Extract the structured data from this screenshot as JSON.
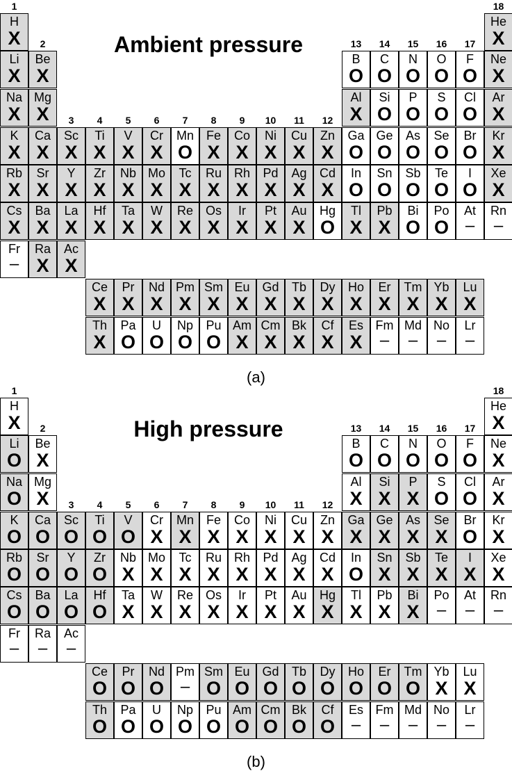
{
  "panels": [
    {
      "id": "a",
      "title": "Ambient pressure",
      "caption": "(a)",
      "shaded_mark": "X",
      "main": [
        [
          [
            "H",
            "X"
          ],
          null,
          null,
          null,
          null,
          null,
          null,
          null,
          null,
          null,
          null,
          null,
          null,
          null,
          null,
          null,
          null,
          [
            "He",
            "X"
          ]
        ],
        [
          [
            "Li",
            "X"
          ],
          [
            "Be",
            "X"
          ],
          null,
          null,
          null,
          null,
          null,
          null,
          null,
          null,
          null,
          null,
          [
            "B",
            "O"
          ],
          [
            "C",
            "O"
          ],
          [
            "N",
            "O"
          ],
          [
            "O",
            "O"
          ],
          [
            "F",
            "O"
          ],
          [
            "Ne",
            "X"
          ]
        ],
        [
          [
            "Na",
            "X"
          ],
          [
            "Mg",
            "X"
          ],
          null,
          null,
          null,
          null,
          null,
          null,
          null,
          null,
          null,
          null,
          [
            "Al",
            "X"
          ],
          [
            "Si",
            "O"
          ],
          [
            "P",
            "O"
          ],
          [
            "S",
            "O"
          ],
          [
            "Cl",
            "O"
          ],
          [
            "Ar",
            "X"
          ]
        ],
        [
          [
            "K",
            "X"
          ],
          [
            "Ca",
            "X"
          ],
          [
            "Sc",
            "X"
          ],
          [
            "Ti",
            "X"
          ],
          [
            "V",
            "X"
          ],
          [
            "Cr",
            "X"
          ],
          [
            "Mn",
            "O"
          ],
          [
            "Fe",
            "X"
          ],
          [
            "Co",
            "X"
          ],
          [
            "Ni",
            "X"
          ],
          [
            "Cu",
            "X"
          ],
          [
            "Zn",
            "X"
          ],
          [
            "Ga",
            "O"
          ],
          [
            "Ge",
            "O"
          ],
          [
            "As",
            "O"
          ],
          [
            "Se",
            "O"
          ],
          [
            "Br",
            "O"
          ],
          [
            "Kr",
            "X"
          ]
        ],
        [
          [
            "Rb",
            "X"
          ],
          [
            "Sr",
            "X"
          ],
          [
            "Y",
            "X"
          ],
          [
            "Zr",
            "X"
          ],
          [
            "Nb",
            "X"
          ],
          [
            "Mo",
            "X"
          ],
          [
            "Tc",
            "X"
          ],
          [
            "Ru",
            "X"
          ],
          [
            "Rh",
            "X"
          ],
          [
            "Pd",
            "X"
          ],
          [
            "Ag",
            "X"
          ],
          [
            "Cd",
            "X"
          ],
          [
            "In",
            "O"
          ],
          [
            "Sn",
            "O"
          ],
          [
            "Sb",
            "O"
          ],
          [
            "Te",
            "O"
          ],
          [
            "I",
            "O"
          ],
          [
            "Xe",
            "X"
          ]
        ],
        [
          [
            "Cs",
            "X"
          ],
          [
            "Ba",
            "X"
          ],
          [
            "La",
            "X"
          ],
          [
            "Hf",
            "X"
          ],
          [
            "Ta",
            "X"
          ],
          [
            "W",
            "X"
          ],
          [
            "Re",
            "X"
          ],
          [
            "Os",
            "X"
          ],
          [
            "Ir",
            "X"
          ],
          [
            "Pt",
            "X"
          ],
          [
            "Au",
            "X"
          ],
          [
            "Hg",
            "O"
          ],
          [
            "Tl",
            "X"
          ],
          [
            "Pb",
            "X"
          ],
          [
            "Bi",
            "O"
          ],
          [
            "Po",
            "O"
          ],
          [
            "At",
            "–"
          ],
          [
            "Rn",
            "–"
          ]
        ],
        [
          [
            "Fr",
            "–"
          ],
          [
            "Ra",
            "X"
          ],
          [
            "Ac",
            "X"
          ],
          null,
          null,
          null,
          null,
          null,
          null,
          null,
          null,
          null,
          null,
          null,
          null,
          null,
          null,
          null
        ]
      ],
      "lanthanides": [
        [
          "Ce",
          "X"
        ],
        [
          "Pr",
          "X"
        ],
        [
          "Nd",
          "X"
        ],
        [
          "Pm",
          "X"
        ],
        [
          "Sm",
          "X"
        ],
        [
          "Eu",
          "X"
        ],
        [
          "Gd",
          "X"
        ],
        [
          "Tb",
          "X"
        ],
        [
          "Dy",
          "X"
        ],
        [
          "Ho",
          "X"
        ],
        [
          "Er",
          "X"
        ],
        [
          "Tm",
          "X"
        ],
        [
          "Yb",
          "X"
        ],
        [
          "Lu",
          "X"
        ]
      ],
      "actinides": [
        [
          "Th",
          "X"
        ],
        [
          "Pa",
          "O"
        ],
        [
          "U",
          "O"
        ],
        [
          "Np",
          "O"
        ],
        [
          "Pu",
          "O"
        ],
        [
          "Am",
          "X"
        ],
        [
          "Cm",
          "X"
        ],
        [
          "Bk",
          "X"
        ],
        [
          "Cf",
          "X"
        ],
        [
          "Es",
          "X"
        ],
        [
          "Fm",
          "–"
        ],
        [
          "Md",
          "–"
        ],
        [
          "No",
          "–"
        ],
        [
          "Lr",
          "–"
        ]
      ]
    },
    {
      "id": "b",
      "title": "High pressure",
      "caption": "(b)",
      "shaded_mark": "changed",
      "main": [
        [
          [
            "H",
            "X"
          ],
          null,
          null,
          null,
          null,
          null,
          null,
          null,
          null,
          null,
          null,
          null,
          null,
          null,
          null,
          null,
          null,
          [
            "He",
            "X"
          ]
        ],
        [
          [
            "Li",
            "O",
            1
          ],
          [
            "Be",
            "X",
            0
          ],
          null,
          null,
          null,
          null,
          null,
          null,
          null,
          null,
          null,
          null,
          [
            "B",
            "O",
            0
          ],
          [
            "C",
            "O",
            0
          ],
          [
            "N",
            "O",
            0
          ],
          [
            "O",
            "O",
            0
          ],
          [
            "F",
            "O",
            0
          ],
          [
            "Ne",
            "X",
            0
          ]
        ],
        [
          [
            "Na",
            "O",
            1
          ],
          [
            "Mg",
            "X",
            0
          ],
          null,
          null,
          null,
          null,
          null,
          null,
          null,
          null,
          null,
          null,
          [
            "Al",
            "X",
            0
          ],
          [
            "Si",
            "X",
            1
          ],
          [
            "P",
            "X",
            1
          ],
          [
            "S",
            "O",
            0
          ],
          [
            "Cl",
            "O",
            0
          ],
          [
            "Ar",
            "X",
            0
          ]
        ],
        [
          [
            "K",
            "O",
            1
          ],
          [
            "Ca",
            "O",
            1
          ],
          [
            "Sc",
            "O",
            1
          ],
          [
            "Ti",
            "O",
            1
          ],
          [
            "V",
            "O",
            1
          ],
          [
            "Cr",
            "X",
            0
          ],
          [
            "Mn",
            "X",
            1
          ],
          [
            "Fe",
            "X",
            0
          ],
          [
            "Co",
            "X",
            0
          ],
          [
            "Ni",
            "X",
            0
          ],
          [
            "Cu",
            "X",
            0
          ],
          [
            "Zn",
            "X",
            0
          ],
          [
            "Ga",
            "X",
            1
          ],
          [
            "Ge",
            "X",
            1
          ],
          [
            "As",
            "X",
            1
          ],
          [
            "Se",
            "X",
            1
          ],
          [
            "Br",
            "O",
            0
          ],
          [
            "Kr",
            "X",
            0
          ]
        ],
        [
          [
            "Rb",
            "O",
            1
          ],
          [
            "Sr",
            "O",
            1
          ],
          [
            "Y",
            "O",
            1
          ],
          [
            "Zr",
            "O",
            1
          ],
          [
            "Nb",
            "X",
            0
          ],
          [
            "Mo",
            "X",
            0
          ],
          [
            "Tc",
            "X",
            0
          ],
          [
            "Ru",
            "X",
            0
          ],
          [
            "Rh",
            "X",
            0
          ],
          [
            "Pd",
            "X",
            0
          ],
          [
            "Ag",
            "X",
            0
          ],
          [
            "Cd",
            "X",
            0
          ],
          [
            "In",
            "O",
            0
          ],
          [
            "Sn",
            "X",
            1
          ],
          [
            "Sb",
            "X",
            1
          ],
          [
            "Te",
            "X",
            1
          ],
          [
            "I",
            "X",
            1
          ],
          [
            "Xe",
            "X",
            0
          ]
        ],
        [
          [
            "Cs",
            "O",
            1
          ],
          [
            "Ba",
            "O",
            1
          ],
          [
            "La",
            "O",
            1
          ],
          [
            "Hf",
            "O",
            1
          ],
          [
            "Ta",
            "X",
            0
          ],
          [
            "W",
            "X",
            0
          ],
          [
            "Re",
            "X",
            0
          ],
          [
            "Os",
            "X",
            0
          ],
          [
            "Ir",
            "X",
            0
          ],
          [
            "Pt",
            "X",
            0
          ],
          [
            "Au",
            "X",
            0
          ],
          [
            "Hg",
            "X",
            1
          ],
          [
            "Tl",
            "X",
            0
          ],
          [
            "Pb",
            "X",
            0
          ],
          [
            "Bi",
            "X",
            1
          ],
          [
            "Po",
            "–",
            0
          ],
          [
            "At",
            "–",
            0
          ],
          [
            "Rn",
            "–",
            0
          ]
        ],
        [
          [
            "Fr",
            "–",
            0
          ],
          [
            "Ra",
            "–",
            0
          ],
          [
            "Ac",
            "–",
            0
          ],
          null,
          null,
          null,
          null,
          null,
          null,
          null,
          null,
          null,
          null,
          null,
          null,
          null,
          null,
          null
        ]
      ],
      "lanthanides": [
        [
          "Ce",
          "O",
          1
        ],
        [
          "Pr",
          "O",
          1
        ],
        [
          "Nd",
          "O",
          1
        ],
        [
          "Pm",
          "–",
          0
        ],
        [
          "Sm",
          "O",
          1
        ],
        [
          "Eu",
          "O",
          1
        ],
        [
          "Gd",
          "O",
          1
        ],
        [
          "Tb",
          "O",
          1
        ],
        [
          "Dy",
          "O",
          1
        ],
        [
          "Ho",
          "O",
          1
        ],
        [
          "Er",
          "O",
          1
        ],
        [
          "Tm",
          "O",
          1
        ],
        [
          "Yb",
          "X",
          0
        ],
        [
          "Lu",
          "X",
          0
        ]
      ],
      "actinides": [
        [
          "Th",
          "O",
          1
        ],
        [
          "Pa",
          "O",
          0
        ],
        [
          "U",
          "O",
          0
        ],
        [
          "Np",
          "O",
          0
        ],
        [
          "Pu",
          "O",
          0
        ],
        [
          "Am",
          "O",
          1
        ],
        [
          "Cm",
          "O",
          1
        ],
        [
          "Bk",
          "O",
          1
        ],
        [
          "Cf",
          "O",
          1
        ],
        [
          "Es",
          "–",
          0
        ],
        [
          "Fm",
          "–",
          0
        ],
        [
          "Md",
          "–",
          0
        ],
        [
          "No",
          "–",
          0
        ],
        [
          "Lr",
          "–",
          0
        ]
      ]
    }
  ],
  "group_labels": [
    {
      "col": 1,
      "row": 0,
      "text": "1"
    },
    {
      "col": 18,
      "row": 0,
      "text": "18"
    },
    {
      "col": 2,
      "row": 1,
      "text": "2"
    },
    {
      "col": 13,
      "row": 1,
      "text": "13"
    },
    {
      "col": 14,
      "row": 1,
      "text": "14"
    },
    {
      "col": 15,
      "row": 1,
      "text": "15"
    },
    {
      "col": 16,
      "row": 1,
      "text": "16"
    },
    {
      "col": 17,
      "row": 1,
      "text": "17"
    },
    {
      "col": 3,
      "row": 3,
      "text": "3"
    },
    {
      "col": 4,
      "row": 3,
      "text": "4"
    },
    {
      "col": 5,
      "row": 3,
      "text": "5"
    },
    {
      "col": 6,
      "row": 3,
      "text": "6"
    },
    {
      "col": 7,
      "row": 3,
      "text": "7"
    },
    {
      "col": 8,
      "row": 3,
      "text": "8"
    },
    {
      "col": 9,
      "row": 3,
      "text": "9"
    },
    {
      "col": 10,
      "row": 3,
      "text": "10"
    },
    {
      "col": 11,
      "row": 3,
      "text": "11"
    },
    {
      "col": 12,
      "row": 3,
      "text": "12"
    }
  ],
  "colors": {
    "shaded": "#d9d9d9",
    "plain": "#ffffff",
    "border": "#000000"
  }
}
